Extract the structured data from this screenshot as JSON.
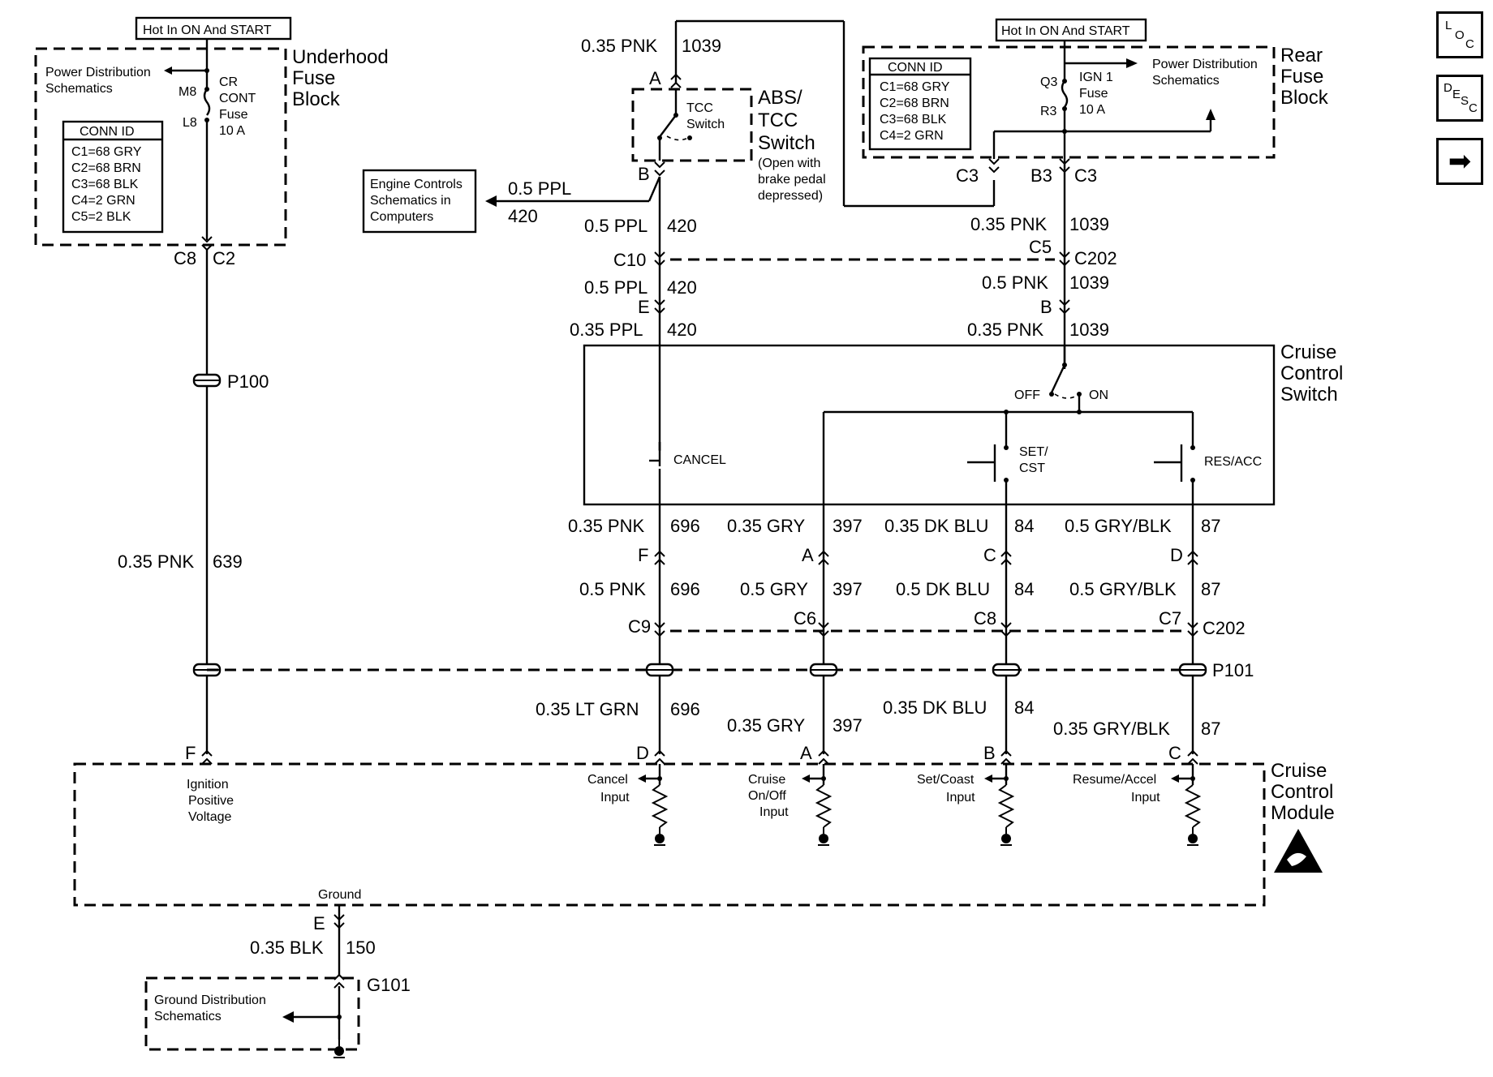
{
  "nav": {
    "loc": {
      "c1": "L",
      "c2": "O",
      "c3": "C"
    },
    "desc": {
      "c1": "D",
      "c2": "E",
      "c3": "S",
      "c4": "C"
    },
    "next_arrow": "➡"
  },
  "hot_labels": {
    "left": "Hot In ON And START",
    "right": "Hot In ON And START"
  },
  "underhood": {
    "title": [
      "Underhood",
      "Fuse",
      "Block"
    ],
    "power_dist": [
      "Power Distribution",
      "Schematics"
    ],
    "fuse": [
      "CR",
      "CONT",
      "Fuse",
      "10 A"
    ],
    "pin_in": "M8",
    "pin_out": "L8",
    "conn_title": "CONN ID",
    "conn_rows": [
      "C1=68 GRY",
      "C2=68 BRN",
      "C3=68 BLK",
      "C4=2 GRN",
      "C5=2 BLK"
    ],
    "out_left": "C8",
    "out_right": "C2"
  },
  "rear_fuse": {
    "title": [
      "Rear",
      "Fuse",
      "Block"
    ],
    "power_dist": [
      "Power Distribution",
      "Schematics"
    ],
    "fuse": [
      "IGN 1",
      "Fuse",
      "10 A"
    ],
    "pin_in": "Q3",
    "pin_out": "R3",
    "conn_title": "CONN ID",
    "conn_rows": [
      "C1=68 GRY",
      "C2=68 BRN",
      "C3=68 BLK",
      "C4=2 GRN"
    ],
    "out_c3_left": "C3",
    "out_b3": "B3",
    "out_c3_right": "C3"
  },
  "abs_tcc": {
    "title": [
      "ABS/",
      "TCC",
      "Switch"
    ],
    "note": [
      "(Open with",
      "brake pedal",
      "depressed)"
    ],
    "switch_label": [
      "TCC",
      "Switch"
    ],
    "pin_a": "A",
    "pin_b": "B",
    "wire_top": "0.35 PNK",
    "circ_top": "1039"
  },
  "engine_controls": {
    "text": [
      "Engine Controls",
      "Schematics in",
      "Computers"
    ],
    "wire": "0.5 PPL",
    "circ": "420"
  },
  "left_branch": {
    "wire1": "0.5 PPL",
    "circ1": "420",
    "conn": "C10",
    "wire2": "0.5 PPL",
    "circ2": "420",
    "pin": "E",
    "wire3": "0.35 PPL",
    "circ3": "420"
  },
  "right_branch": {
    "wire1": "0.35 PNK",
    "circ1": "1039",
    "conn_c5": "C5",
    "conn_c202": "C202",
    "wire2": "0.5 PNK",
    "circ2": "1039",
    "pin": "B",
    "wire3": "0.35 PNK",
    "circ3": "1039"
  },
  "cruise_switch": {
    "title": [
      "Cruise",
      "Control",
      "Switch"
    ],
    "off": "OFF",
    "on": "ON",
    "cancel": "CANCEL",
    "set": [
      "SET/",
      "CST"
    ],
    "res": "RES/ACC"
  },
  "switch_outputs": [
    {
      "wire": "0.35 PNK",
      "circ": "696",
      "pin": "F",
      "wire2": "0.5 PNK",
      "circ2": "696",
      "conn": "C9"
    },
    {
      "wire": "0.35 GRY",
      "circ": "397",
      "pin": "A",
      "wire2": "0.5 GRY",
      "circ2": "397",
      "conn": "C6"
    },
    {
      "wire": "0.35 DK BLU",
      "circ": "84",
      "pin": "C",
      "wire2": "0.5 DK BLU",
      "circ2": "84",
      "conn": "C8"
    },
    {
      "wire": "0.5 GRY/BLK",
      "circ": "87",
      "pin": "D",
      "wire2": "0.5 GRY/BLK",
      "circ2": "87",
      "conn": "C7"
    }
  ],
  "c202_lower": "C202",
  "splices": {
    "p100": "P100",
    "p101": "P101"
  },
  "ign_wire": {
    "wire": "0.35 PNK",
    "circ": "639"
  },
  "module_inputs": [
    {
      "wire": "0.35 LT GRN",
      "circ": "696",
      "pin": "D",
      "label": [
        "Cancel",
        "Input"
      ]
    },
    {
      "wire": "0.35 GRY",
      "circ": "397",
      "pin": "A",
      "label": [
        "Cruise",
        "On/Off",
        "Input"
      ]
    },
    {
      "wire": "0.35 DK BLU",
      "circ": "84",
      "pin": "B",
      "label": [
        "Set/Coast",
        "Input"
      ]
    },
    {
      "wire": "0.35 GRY/BLK",
      "circ": "87",
      "pin": "C",
      "label": [
        "Resume/Accel",
        "Input"
      ]
    }
  ],
  "module": {
    "title": [
      "Cruise",
      "Control",
      "Module"
    ],
    "ign_pin": "F",
    "ign_label": [
      "Ignition",
      "Positive",
      "Voltage"
    ],
    "ground_label": "Ground",
    "ground_pin": "E"
  },
  "ground": {
    "wire": "0.35 BLK",
    "circ": "150",
    "g": "G101",
    "text": [
      "Ground Distribution",
      "Schematics"
    ]
  }
}
